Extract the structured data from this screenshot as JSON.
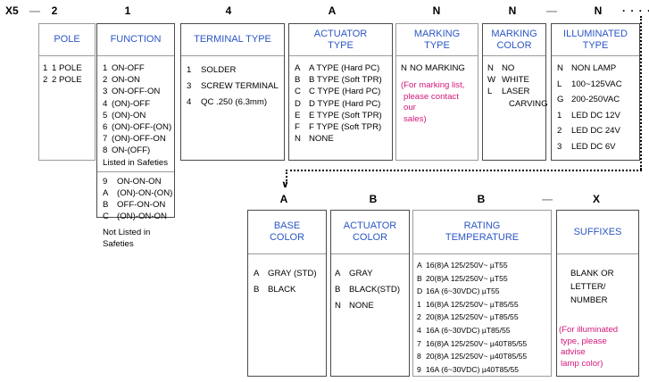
{
  "part_code": {
    "prefix": "X5",
    "segments": [
      {
        "name": "pole",
        "value": "2"
      },
      {
        "name": "function",
        "value": "1"
      },
      {
        "name": "terminal-type",
        "value": "4"
      },
      {
        "name": "actuator-type",
        "value": "A"
      },
      {
        "name": "marking-type",
        "value": "N"
      },
      {
        "name": "marking-color",
        "value": "N"
      },
      {
        "name": "illuminated-type",
        "value": "N"
      },
      {
        "name": "base-color",
        "value": "A"
      },
      {
        "name": "actuator-color",
        "value": "B"
      },
      {
        "name": "rating-temperature",
        "value": "B"
      },
      {
        "name": "suffixes",
        "value": "X"
      }
    ],
    "dash": "—",
    "trailing_dots": "· · · ·",
    "arrow_glyph": "∨"
  },
  "pole": {
    "title": "POLE",
    "options": [
      {
        "code": "1",
        "label": "1 POLE"
      },
      {
        "code": "2",
        "label": "2 POLE"
      }
    ]
  },
  "function": {
    "title": "FUNCTION",
    "options_listed": [
      {
        "code": "1",
        "label": "ON-OFF"
      },
      {
        "code": "2",
        "label": "ON-ON"
      },
      {
        "code": "3",
        "label": "ON-OFF-ON"
      },
      {
        "code": "4",
        "label": "(ON)-OFF"
      },
      {
        "code": "5",
        "label": "(ON)-ON"
      },
      {
        "code": "6",
        "label": "(ON)-OFF-(ON)"
      },
      {
        "code": "7",
        "label": "(ON)-OFF-ON"
      },
      {
        "code": "8",
        "label": "ON-(OFF)"
      }
    ],
    "listed_note": "Listed in Safeties",
    "options_not_listed": [
      {
        "code": "9",
        "label": "ON-ON-ON"
      },
      {
        "code": "A",
        "label": "(ON)-ON-(ON)"
      },
      {
        "code": "B",
        "label": "OFF-ON-ON"
      },
      {
        "code": "C",
        "label": "(ON)-ON-ON"
      }
    ],
    "not_listed_note_line1": "Not Listed in",
    "not_listed_note_line2": "Safeties"
  },
  "terminal_type": {
    "title": "TERMINAL TYPE",
    "options": [
      {
        "code": "1",
        "label": "SOLDER"
      },
      {
        "code": "3",
        "label": "SCREW TERMINAL"
      },
      {
        "code": "4",
        "label": "QC .250  (6.3mm)"
      }
    ]
  },
  "actuator_type": {
    "title_line1": "ACTUATOR",
    "title_line2": "TYPE",
    "options": [
      {
        "code": "A",
        "label": "A TYPE (Hard PC)"
      },
      {
        "code": "B",
        "label": "B TYPE (Soft TPR)"
      },
      {
        "code": "C",
        "label": "C TYPE (Hard PC)"
      },
      {
        "code": "D",
        "label": "D TYPE (Hard PC)"
      },
      {
        "code": "E",
        "label": "E TYPE (Soft TPR)"
      },
      {
        "code": "F",
        "label": "F TYPE (Soft TPR)"
      },
      {
        "code": "N",
        "label": "NONE"
      }
    ]
  },
  "marking_type": {
    "title_line1": "MARKING",
    "title_line2": "TYPE",
    "options": [
      {
        "code": "N",
        "label": "NO MARKING"
      }
    ],
    "note_line1": "(For marking list,",
    "note_line2": "please contact our",
    "note_line3": "sales)"
  },
  "marking_color": {
    "title_line1": "MARKING",
    "title_line2": "COLOR",
    "options": [
      {
        "code": "N",
        "label": "NO"
      },
      {
        "code": "W",
        "label": "WHITE"
      },
      {
        "code": "L",
        "label": "LASER"
      }
    ],
    "laser_second_line": "CARVING"
  },
  "illuminated_type": {
    "title_line1": "ILLUMINATED",
    "title_line2": "TYPE",
    "options": [
      {
        "code": "N",
        "label": "NON LAMP"
      },
      {
        "code": "L",
        "label": "100~125VAC"
      },
      {
        "code": "G",
        "label": "200-250VAC"
      },
      {
        "code": "1",
        "label": "LED  DC 12V"
      },
      {
        "code": "2",
        "label": "LED  DC 24V"
      },
      {
        "code": "3",
        "label": "LED  DC 6V"
      }
    ]
  },
  "base_color": {
    "title_line1": "BASE",
    "title_line2": "COLOR",
    "options": [
      {
        "code": "A",
        "label": "GRAY (STD)"
      },
      {
        "code": "B",
        "label": "BLACK"
      }
    ]
  },
  "actuator_color": {
    "title_line1": "ACTUATOR",
    "title_line2": "COLOR",
    "options": [
      {
        "code": "A",
        "label": "GRAY"
      },
      {
        "code": "B",
        "label": "BLACK(STD)"
      },
      {
        "code": "N",
        "label": "NONE"
      }
    ]
  },
  "rating_temperature": {
    "title_line1": "RATING",
    "title_line2": "TEMPERATURE",
    "options": [
      {
        "code": "A",
        "label": "16(8)A 125/250V~  µT55"
      },
      {
        "code": "B",
        "label": "20(8)A 125/250V~  µT55"
      },
      {
        "code": "D",
        "label": "16A (6~30VDC) µT55"
      },
      {
        "code": "1",
        "label": "16(8)A 125/250V~  µT85/55"
      },
      {
        "code": "2",
        "label": "20(8)A 125/250V~  µT85/55"
      },
      {
        "code": "4",
        "label": "16A (6~30VDC) µT85/55"
      },
      {
        "code": "7",
        "label": "16(8)A 125/250V~ µ40T85/55"
      },
      {
        "code": "8",
        "label": "20(8)A 125/250V~ µ40T85/55"
      },
      {
        "code": "9",
        "label": "16A (6~30VDC) µ40T85/55"
      }
    ]
  },
  "suffixes": {
    "title": "SUFFIXES",
    "body_line1": "BLANK OR",
    "body_line2": "LETTER/",
    "body_line3": "NUMBER",
    "note_line1": "(For illuminated",
    "note_line2": "type, please advise",
    "note_line3": "lamp color)"
  },
  "colors": {
    "heading_blue": "#2b56c6",
    "note_pink": "#d4177a",
    "border_gray": "#9a9a9a",
    "border_dark": "#4a4a4a"
  }
}
